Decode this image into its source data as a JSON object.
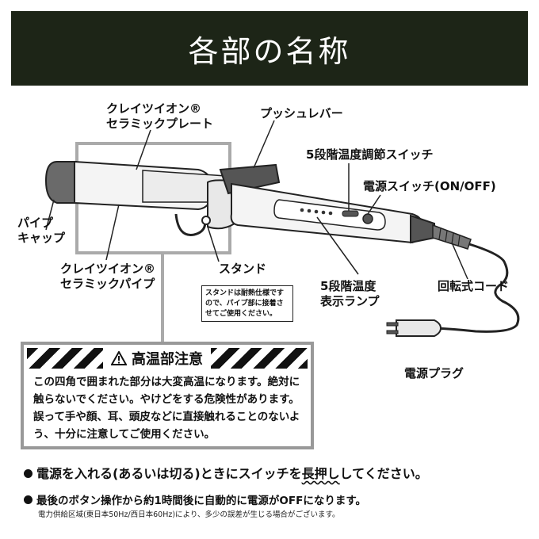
{
  "header": {
    "title": "各部の名称"
  },
  "labels": {
    "plate_line1": "クレイツイオン®",
    "plate_line2": "セラミックプレート",
    "push_lever": "プッシュレバー",
    "temp_switch": "5段階温度調節スイッチ",
    "power_switch": "電源スイッチ(ON/OFF)",
    "pipe_cap_line1": "パイプ",
    "pipe_cap_line2": "キャップ",
    "pipe_line1": "クレイツイオン®",
    "pipe_line2": "セラミックパイプ",
    "stand": "スタンド",
    "lamp_line1": "5段階温度",
    "lamp_line2": "表示ランプ",
    "cord": "回転式コード",
    "plug": "電源プラグ"
  },
  "stand_note": "スタンドは耐熱仕様ですので、パイプ部に接着させてご使用ください。",
  "warning": {
    "title": "高温部注意",
    "text": "この四角で囲まれた部分は大変高温になります。絶対に触らないでください。やけどをする危険性があります。誤って手や顔、耳、頭皮などに直接触れることのないよう、十分に注意してご使用ください。"
  },
  "notes": {
    "power_pre": "電源を入れる(あるいは切る)ときにスイッチを",
    "power_emph": "長押し",
    "power_post": "してください。",
    "auto_off": "最後のボタン操作から約1時間後に自動的に電源がOFFになります。",
    "region": "電力供給区域(東日本50Hz/西日本60Hz)により、多少の誤差が生じる場合がございます。"
  },
  "colors": {
    "header_bg": "#1d2517",
    "hot_zone": "#aaaaaa",
    "body": "#f4f4f4",
    "dark_part": "#555555"
  }
}
